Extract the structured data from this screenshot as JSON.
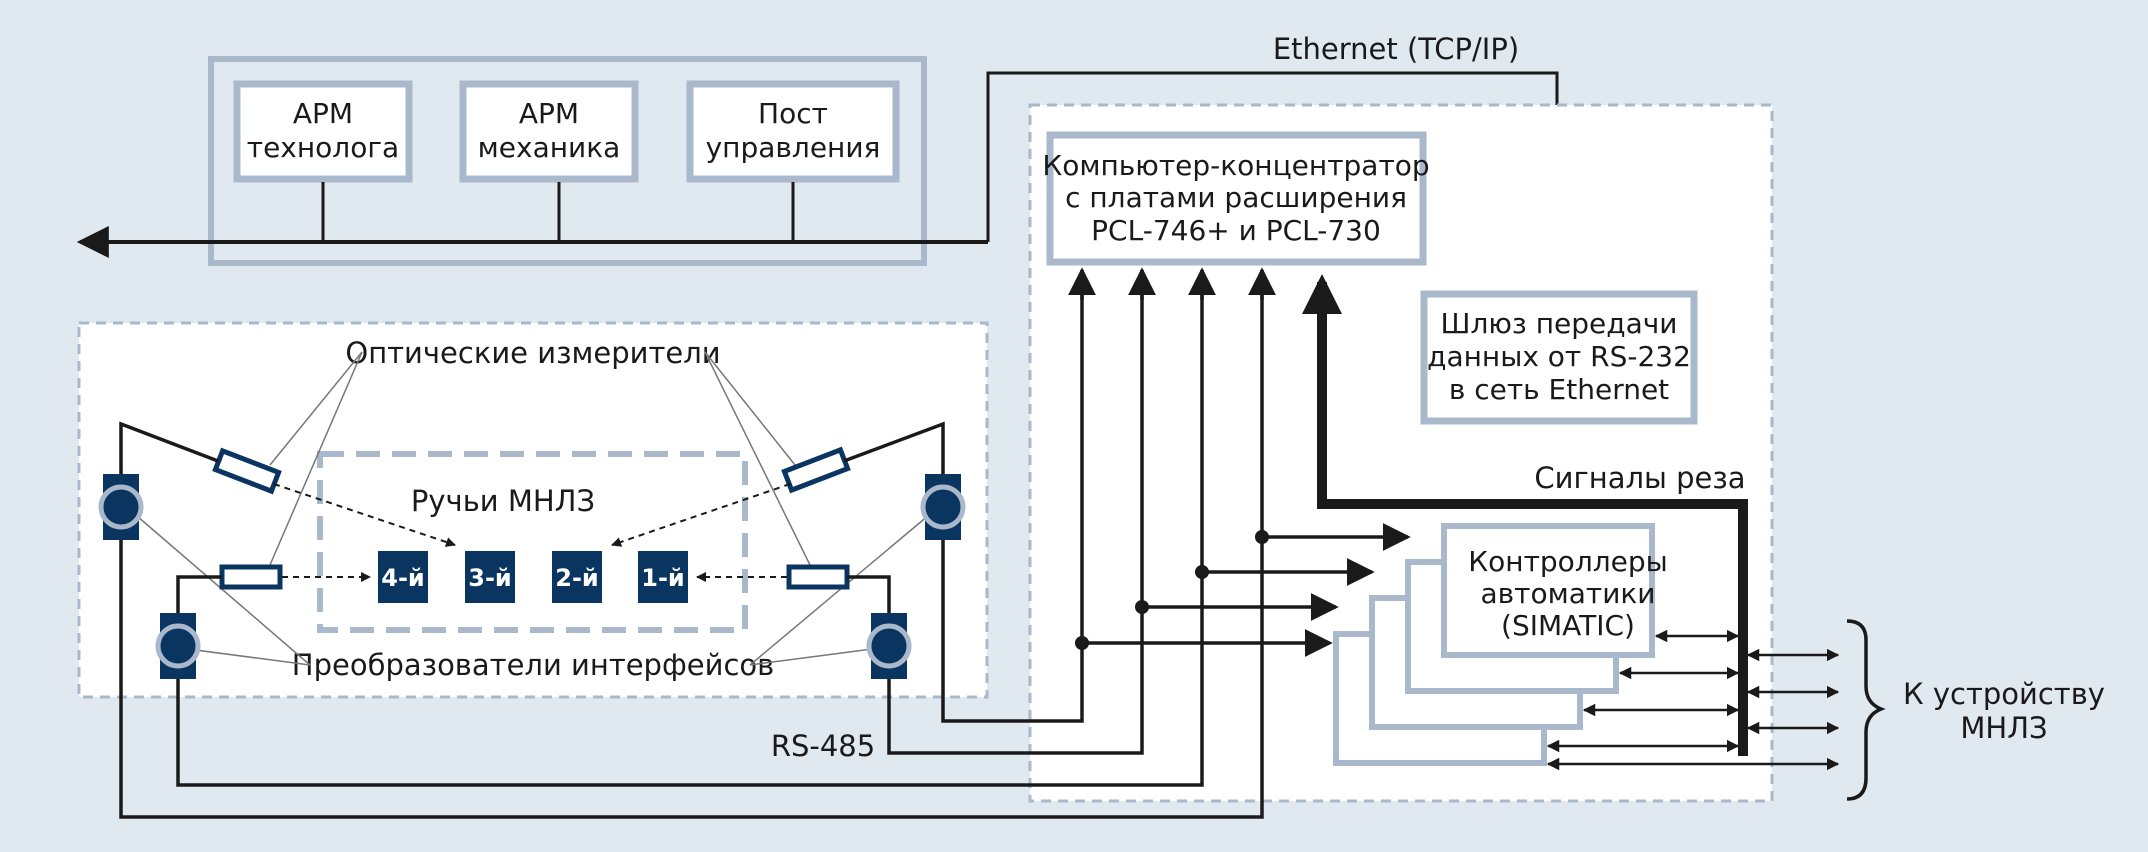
{
  "network": {
    "ethernet_label": "Ethernet (TCP/IP)",
    "rs485_label": "RS-485",
    "cut_signals_label": "Сигналы реза"
  },
  "workstations": {
    "arm_tech": [
      "АРМ",
      "технолога"
    ],
    "arm_mech": [
      "АРМ",
      "механика"
    ],
    "control_post": [
      "Пост",
      "управления"
    ]
  },
  "concentrator": {
    "lines": [
      "Компьютер-концентратор",
      "с платами расширения",
      "PCL-746+ и PCL-730"
    ]
  },
  "gateway": {
    "lines": [
      "Шлюз передачи",
      "данных от RS-232",
      "в сеть Ethernet"
    ]
  },
  "controllers": {
    "lines": [
      "Контроллеры",
      "автоматики",
      "(SIMATIC)"
    ]
  },
  "caster": {
    "optical_label": "Оптические измерители",
    "strands_label": "Ручьи МНЛЗ",
    "converters_label": "Преобразователи интерфейсов",
    "strands": [
      "4-й",
      "3-й",
      "2-й",
      "1-й"
    ]
  },
  "device_label": [
    "К устройству",
    "МНЛЗ"
  ],
  "colors": {
    "background": "#e0e8f0",
    "box_border": "#a9b8cb",
    "line": "#1a1a1a",
    "dark_blue": "#0a3560",
    "dash": "#a9b8cb"
  }
}
